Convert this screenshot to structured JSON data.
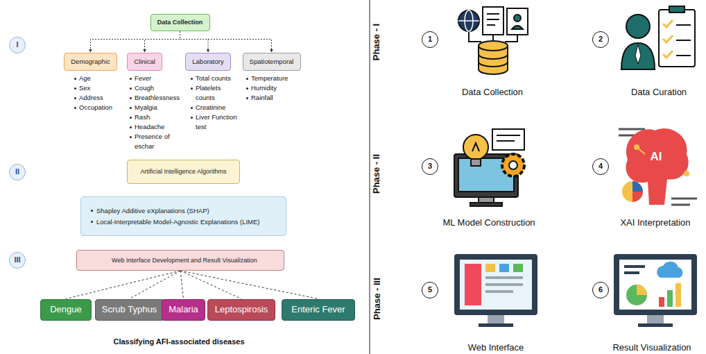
{
  "diagram": {
    "caption": "Classifying AFI-associated diseases",
    "nodes": [
      {
        "text": [
          "I"
        ]
      },
      {
        "text": [
          "Data Collection"
        ]
      },
      {
        "text": [
          "Demographic"
        ]
      },
      {
        "text": [
          "Clinical"
        ]
      },
      {
        "text": [
          "Laboratory"
        ]
      },
      {
        "text": [
          "Spatiotemporal"
        ]
      },
      {
        "text": [
          "II"
        ]
      },
      {
        "text": [
          "Artificial Intelligence Algorithms"
        ]
      },
      {
        "text": [
          "Shapley Additive eXplanations (SHAP)",
          "Local-Interpretable Model-Agnostic Explanations (LIME)"
        ]
      },
      {
        "text": [
          "III"
        ]
      },
      {
        "text": [
          "Web Interface Development and Result Visualization"
        ]
      },
      {
        "text": [
          "Dengue"
        ]
      },
      {
        "text": [
          "Scrub Typhus"
        ]
      },
      {
        "text": [
          "Malaria"
        ]
      },
      {
        "text": [
          "Leptospirosis"
        ]
      },
      {
        "text": [
          "Enteric Fever"
        ]
      },
      {
        "text": [
          "1"
        ]
      },
      {
        "text": [
          "2"
        ]
      },
      {
        "text": [
          "3"
        ]
      },
      {
        "text": [
          "4"
        ]
      },
      {
        "text": [
          "5"
        ]
      },
      {
        "text": [
          "6"
        ]
      }
    ],
    "edges": [
      {
        "from": 1,
        "to": 2,
        "arrow": "to"
      },
      {
        "from": 1,
        "to": 3,
        "arrow": "to"
      },
      {
        "from": 1,
        "to": 4,
        "arrow": "to"
      },
      {
        "from": 1,
        "to": 5,
        "arrow": "to"
      },
      {
        "from": 10,
        "to": 11,
        "arrow": "none"
      },
      {
        "from": 10,
        "to": 12,
        "arrow": "none"
      },
      {
        "from": 10,
        "to": 13,
        "arrow": "none"
      },
      {
        "from": 10,
        "to": 14,
        "arrow": "none"
      },
      {
        "from": 10,
        "to": 15,
        "arrow": "none"
      }
    ],
    "labels": [
      "Age",
      "Sex",
      "Address",
      "Occupation",
      "Fever",
      "Cough",
      "Breathlessness",
      "Myalgia",
      "Rash",
      "Headache",
      "Presence of eschar",
      "Total counts",
      "Platelets counts",
      "Creatinine",
      "Liver Function test",
      "Temperature",
      "Humidity",
      "Rainfall",
      "Phase - I",
      "Phase - II",
      "Phase - III",
      "Data Collection",
      "Data Curation",
      "ML Model Construction",
      "XAI Interpretation",
      "Web Interface",
      "Result Visualization",
      "AI"
    ]
  }
}
